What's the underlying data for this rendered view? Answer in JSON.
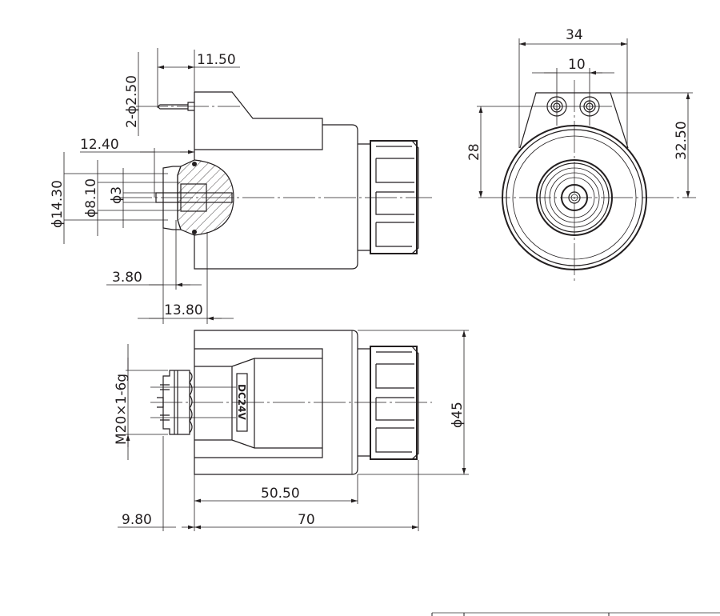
{
  "drawing": {
    "side_view": {
      "dims": {
        "pin_offset": "11.50",
        "pin_diameter": "2-ϕ2.50",
        "connector_length": "12.40",
        "outer_diameter": "ϕ14.30",
        "mid_diameter": "ϕ8.10",
        "inner_diameter": "ϕ3",
        "nut_width": "3.80",
        "connector_depth": "13.80"
      }
    },
    "front_view": {
      "dims": {
        "bracket_width": "34",
        "pin_spacing": "10",
        "pin_height": "28",
        "bracket_height": "32.50"
      }
    },
    "bottom_view": {
      "label_plate": "DC24V",
      "dims": {
        "thread": "M20×1-6g",
        "body_diameter": "ϕ45",
        "body_length": "50.50",
        "total_length": "70",
        "thread_length": "9.80"
      }
    }
  }
}
